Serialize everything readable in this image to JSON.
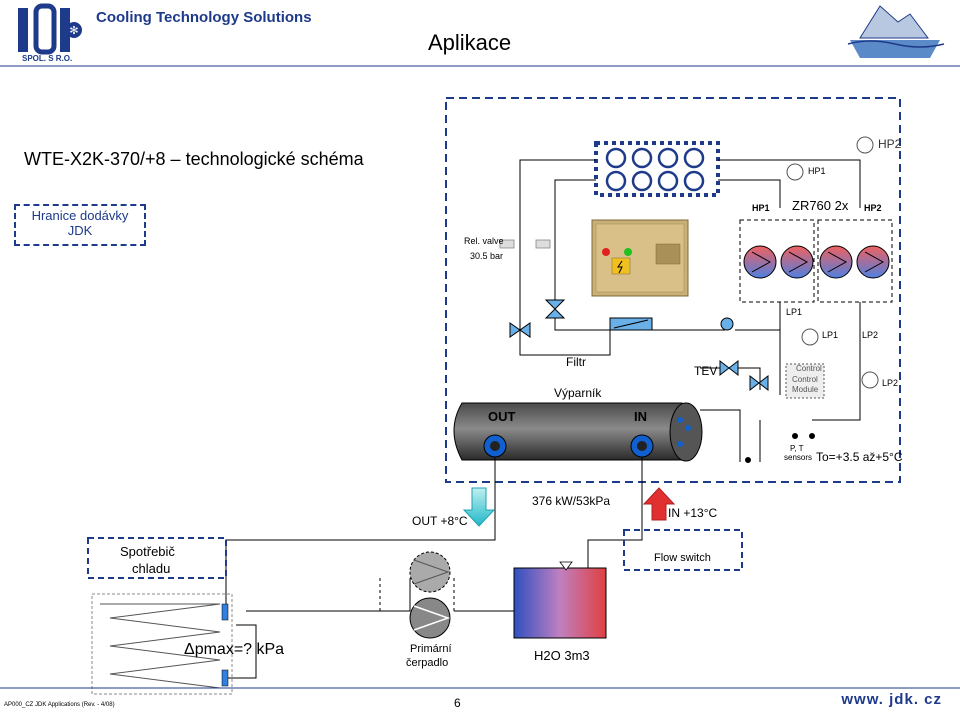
{
  "header": {
    "logo_text": "jdk",
    "logo_subtext": "SPOL. S R.O.",
    "brand": "Cooling Technology Solutions",
    "title": "Aplikace"
  },
  "document": {
    "title": "WTE-X2K-370/+8 – technologické schéma",
    "scope_line1": "Hranice dodávky",
    "scope_line2": "JDK"
  },
  "diagram": {
    "rel_valve_line1": "Rel. valve",
    "rel_valve_line2": "30.5 bar",
    "hp1_top": "HP1",
    "hp2_top": "HP2",
    "hp1_comp": "HP1",
    "compressor": "ZR760 2x",
    "hp2_comp": "HP2",
    "lp1_line": "LP1",
    "lp1_gauge": "LP1",
    "lp2_gauge": "LP2",
    "lp2_side": "LP2",
    "filter": "Filtr",
    "evaporator": "Výparník",
    "tev": "TEV",
    "control_line1": "Control",
    "control_line2": "Control",
    "control_line3": "Module",
    "out": "OUT",
    "in": "IN",
    "sensors_line1": "P, T",
    "sensors_line2": "sensors",
    "evap_temp": "To=+3.5 až+5°C",
    "out_temp": "OUT +8°C",
    "capacity": "376 kW/53kPa",
    "in_temp": "IN +13°C",
    "flow_switch": "Flow switch",
    "consumer_line1": "Spotřebič",
    "consumer_line2": "chladu",
    "dp_label": "Δpmax=? kPa",
    "pump_line1": "Primární",
    "pump_line2": "čerpadlo",
    "tank": "H2O 3m3"
  },
  "footer": {
    "doc_code": "AP000_CZ JDK Applications (Rev. - 4/08)",
    "page": "6",
    "url": "www. jdk. cz"
  },
  "colors": {
    "brand_blue": "#1e3a8a",
    "scope_blue": "#1e3a8a",
    "water_red": "#e03030",
    "water_cyan": "#40c8d8"
  }
}
